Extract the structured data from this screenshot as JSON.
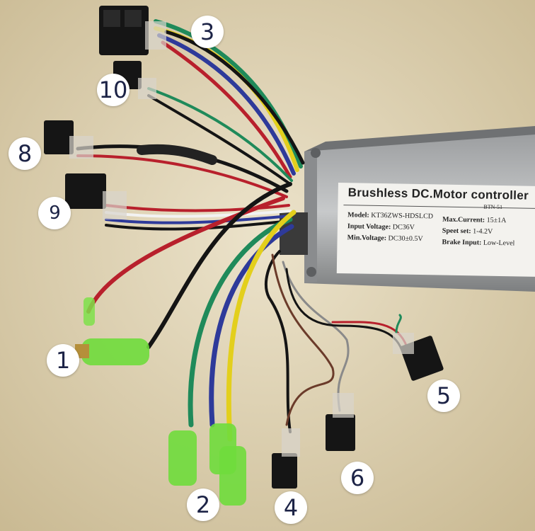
{
  "photo": {
    "subject": "",
    "background_color": "#e7ddc3"
  },
  "controller": {
    "title": "Brushless DC.Motor controller",
    "model_code": "BTN-51",
    "specs": [
      {
        "key": "Model:",
        "value": "KT36ZWS-HDSLCD"
      },
      {
        "key": "Input Voltage:",
        "value": "DC36V"
      },
      {
        "key": "Min.Voltage:",
        "value": "DC30±0.5V"
      },
      {
        "key": "Max.Current:",
        "value": "15±1A"
      },
      {
        "key": "Speet set:",
        "value": "1-4.2V"
      },
      {
        "key": "Brake Input:",
        "value": "Low-Level"
      }
    ]
  },
  "callouts": [
    "1",
    "2",
    "3",
    "4",
    "5",
    "6",
    "8",
    "9",
    "10"
  ],
  "wire_colors": {
    "red": "#b8202c",
    "black": "#141414",
    "yellow": "#e3cf1c",
    "green": "#1f8a5a",
    "blue": "#2e3a9a",
    "white": "#f2f2f2",
    "brown": "#6b3b2a"
  }
}
